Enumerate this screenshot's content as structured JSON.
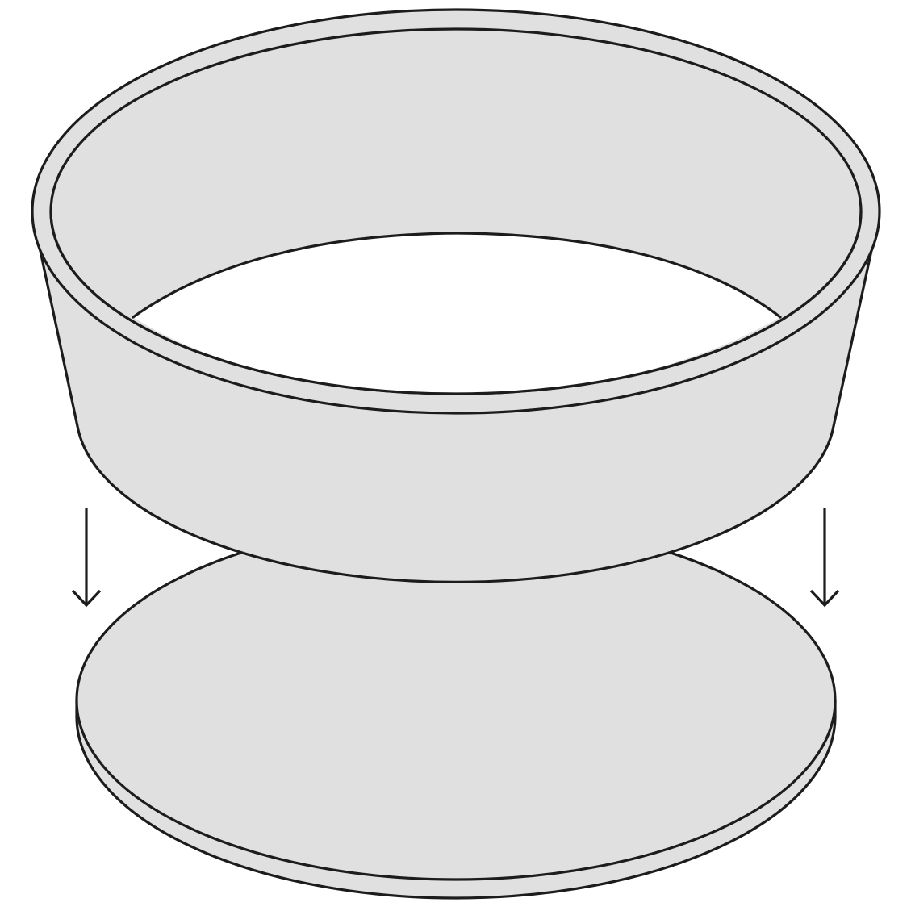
{
  "figure": {
    "colors": {
      "part_fill": "#e0e0e0",
      "stroke": "#1c1c1c",
      "background": "#ffffff",
      "hole": "#ffffff"
    },
    "parts": [
      {
        "id": "ring",
        "shape": "tapered-ring"
      },
      {
        "id": "base",
        "shape": "flat-disc"
      }
    ],
    "arrows": [
      {
        "id": "left",
        "direction": "down"
      },
      {
        "id": "right",
        "direction": "down"
      }
    ]
  }
}
